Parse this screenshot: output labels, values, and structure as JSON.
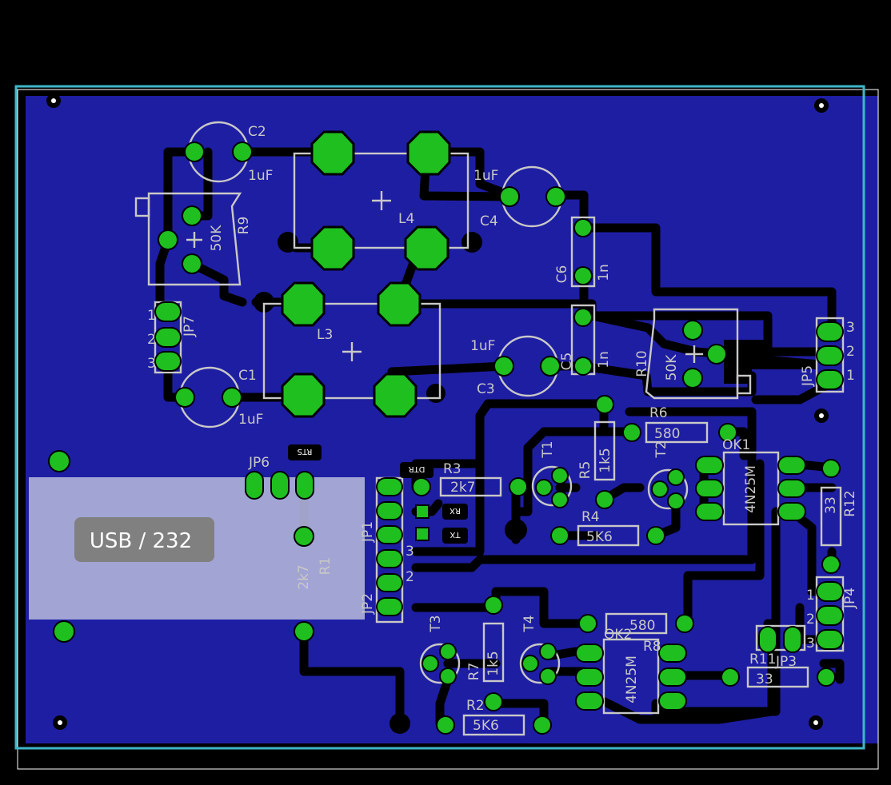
{
  "colors": {
    "background": "#000000",
    "board": "#1e1ea3",
    "pad": "#1fbf1f",
    "trace": "#000000",
    "silkscreen": "#c8c8c8",
    "outline": "#3fb6c8"
  },
  "module": {
    "label": "USB / 232"
  },
  "pad_tags": {
    "rts": "RTS",
    "dtr": "DTR",
    "rx": "RX",
    "tx": "TX"
  },
  "labels": {
    "c2": "C2",
    "c2v": "1uF",
    "c4": "C4",
    "c4v": "1uF",
    "c1": "C1",
    "c1v": "1uF",
    "c3": "C3",
    "c3v": "1uF",
    "c5": "C5",
    "c5v": "1n",
    "c6": "C6",
    "c6v": "1n",
    "l3": "L3",
    "l4": "L4",
    "r9": "R9",
    "r9v": "50K",
    "r10": "R10",
    "r10v": "50K",
    "jp7": "JP7",
    "jp6": "JP6",
    "jp5": "JP5",
    "jp1": "JP1",
    "jp2": "JP2",
    "jp3": "JP3",
    "jp4": "JP4",
    "r1": "R1",
    "r1v": "2k7",
    "r3": "R3",
    "r3v": "2k7",
    "r5": "R5",
    "r5v": "1k5",
    "r4": "R4",
    "r4v": "5K6",
    "r6": "R6",
    "r6v": "580",
    "r8": "R8",
    "r8v": "580",
    "r7": "R7",
    "r7v": "1k5",
    "r2": "R2",
    "r2v": "5K6",
    "r11": "R11",
    "r11v": "33",
    "r12": "R12",
    "r12v": "33",
    "t1": "T1",
    "t2": "T2",
    "t3": "T3",
    "t4": "T4",
    "ok1": "OK1",
    "ok1v": "4N25M",
    "ok2": "OK2",
    "ok2v": "4N25M",
    "pin1": "1",
    "pin2": "2",
    "pin3": "3"
  }
}
